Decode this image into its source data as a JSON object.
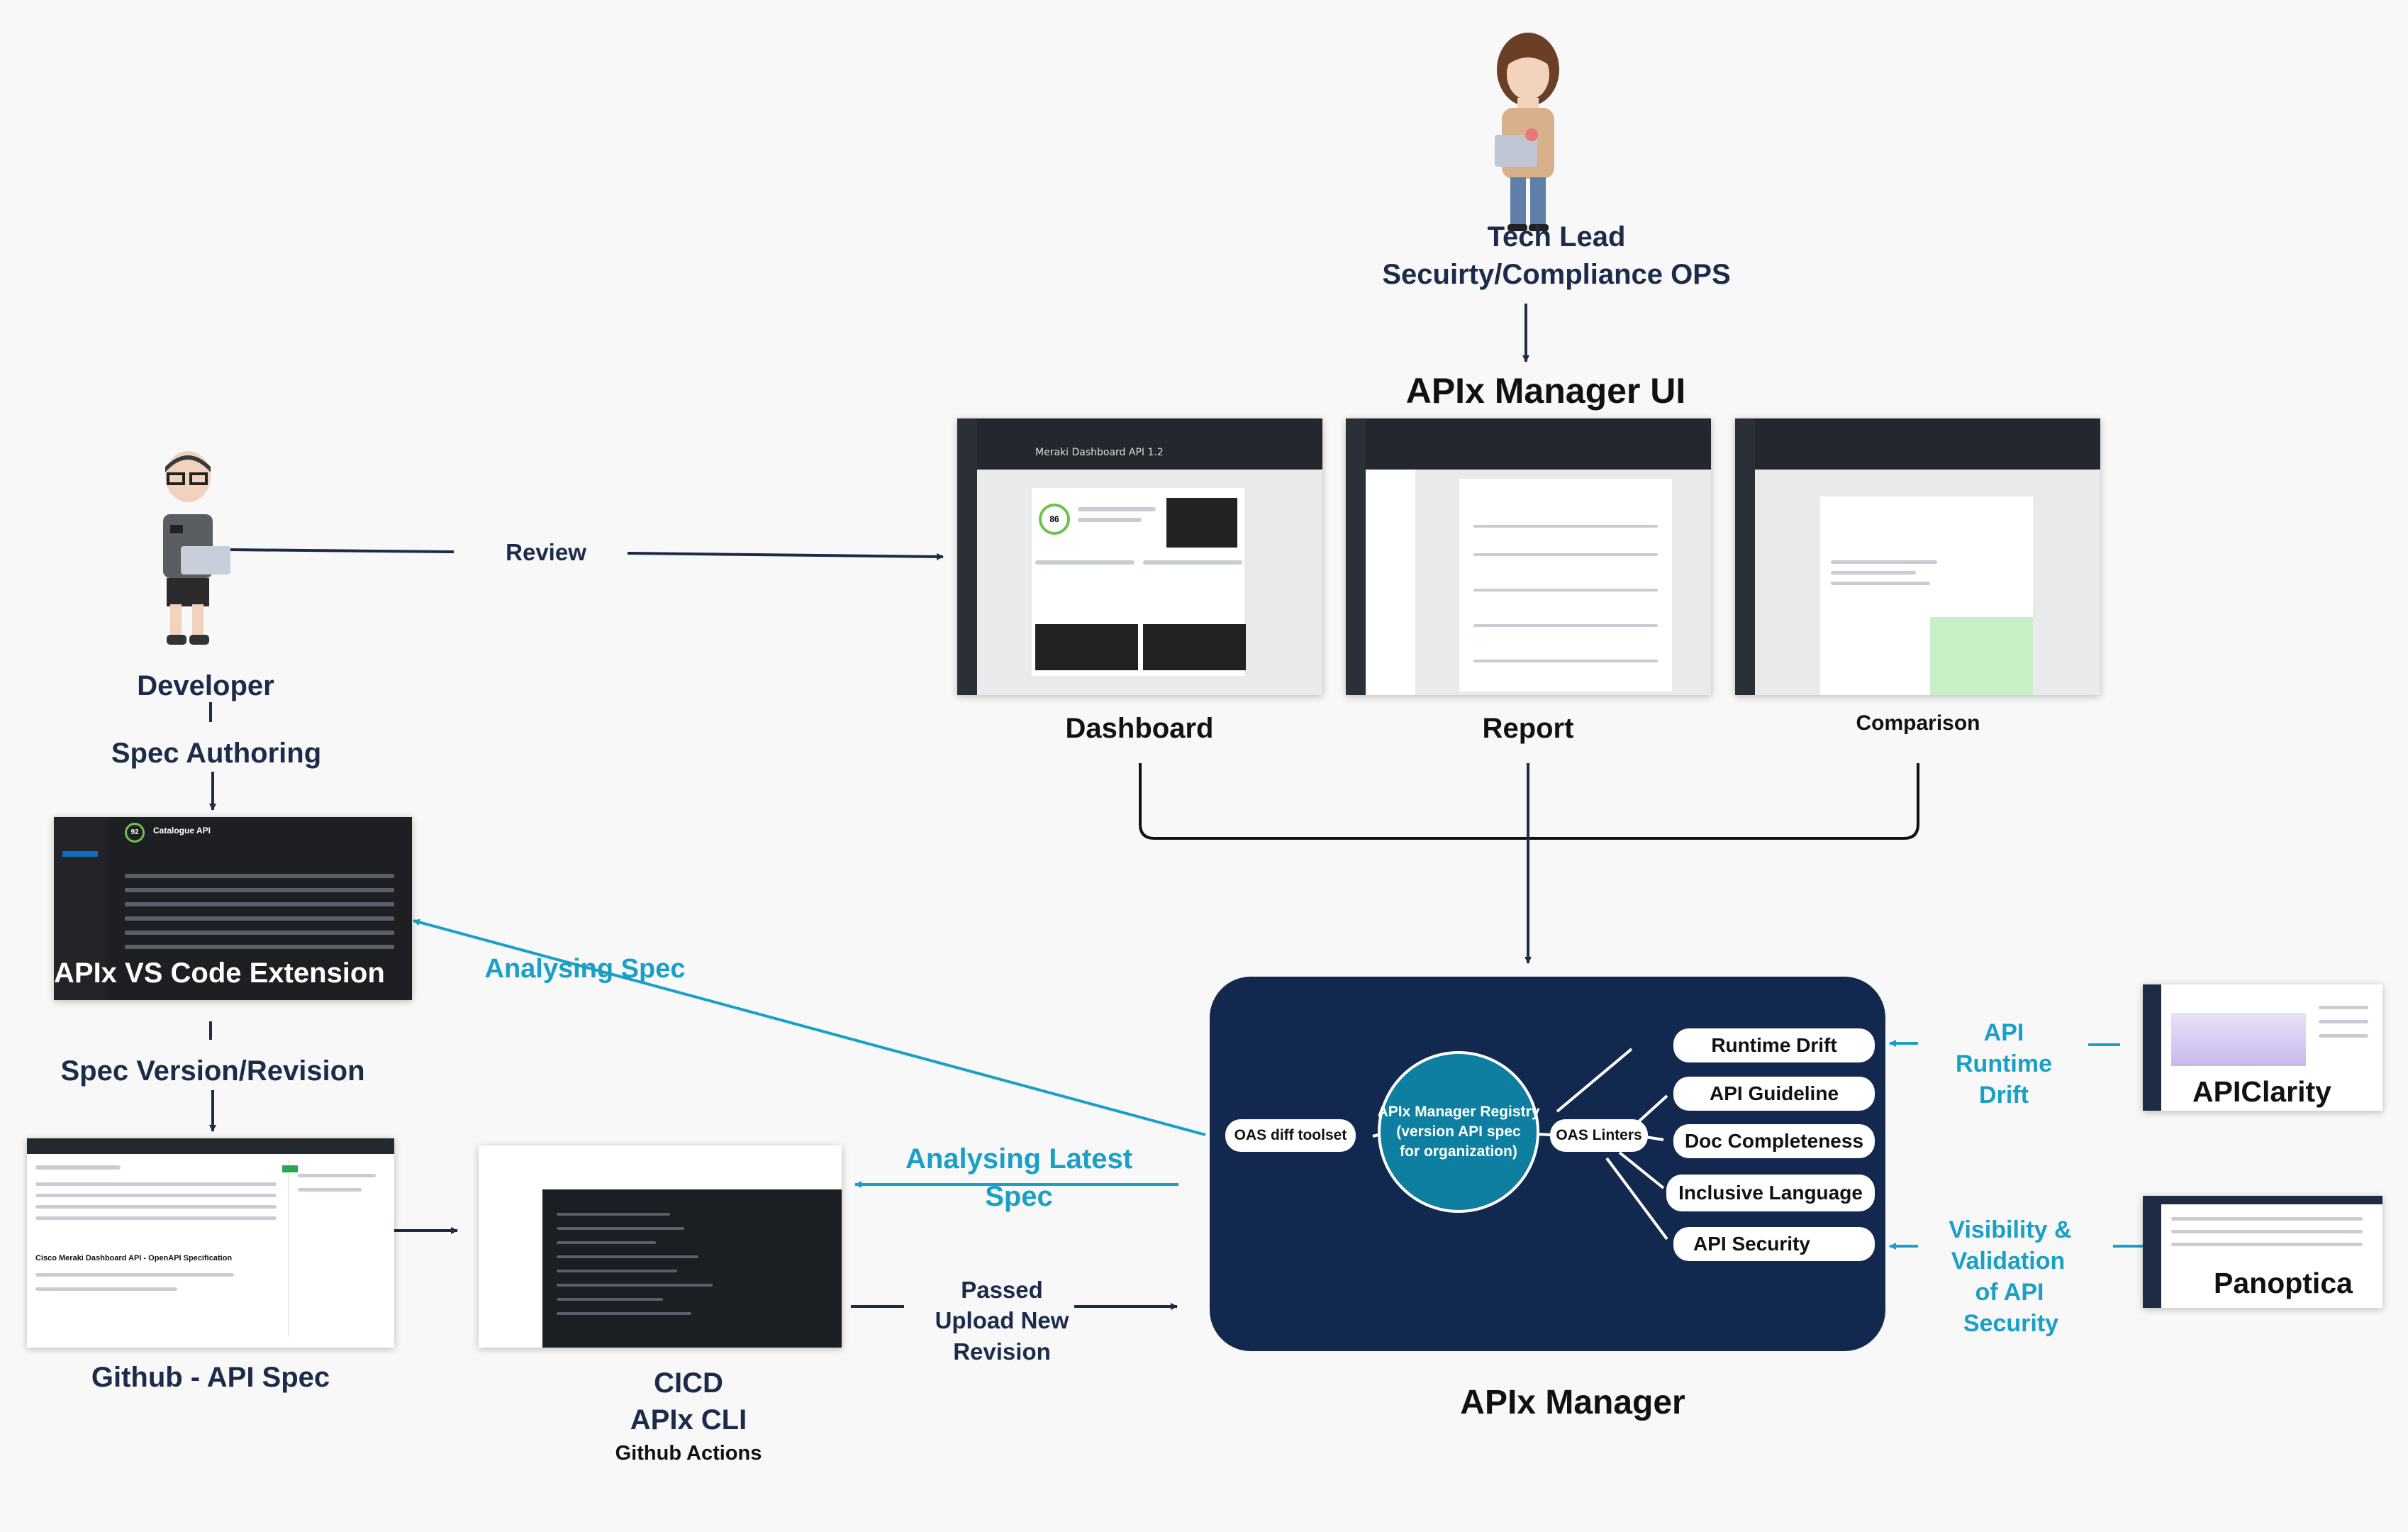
{
  "personas": {
    "tech_lead_line1": "Tech Lead",
    "tech_lead_line2": "Secuirty/Compliance OPS",
    "developer": "Developer"
  },
  "apix_manager_ui": {
    "title": "APIx Manager UI",
    "screens": [
      "Dashboard",
      "Report",
      "Comparison"
    ],
    "dashboard_header": "Meraki Dashboard API 1.2",
    "score": "86"
  },
  "flow_labels": {
    "review": "Review",
    "spec_authoring": "Spec Authoring",
    "spec_version": "Spec Version/Revision",
    "analysing_spec": "Analysing Spec",
    "analysing_latest_line1": "Analysing Latest",
    "analysing_latest_line2": "Spec",
    "passed_line1": "Passed",
    "passed_line2": "Upload New",
    "passed_line3": "Revision",
    "runtime_drift_line1": "API",
    "runtime_drift_line2": "Runtime",
    "runtime_drift_line3": "Drift",
    "visibility_line1": "Visibility &",
    "visibility_line2": "Validation",
    "visibility_line3": "of API",
    "visibility_line4": "Security"
  },
  "tools": {
    "vscode": "APIx VS Code Extension",
    "vscode_catalogue": "Catalogue API",
    "vscode_score": "92",
    "github": "Github - API Spec",
    "github_repo_title": "Cisco Meraki Dashboard API - OpenAPI Specification",
    "cicd_line1": "CICD",
    "cicd_line2": "APIx CLI",
    "cicd_line3": "Github Actions",
    "apiclarity": "APIClarity",
    "panoptica": "Panoptica"
  },
  "apix_manager": {
    "title": "APIx Manager",
    "oas_diff": "OAS diff toolset",
    "registry_line1": "APIx Manager Registry",
    "registry_line2": "(version API spec",
    "registry_line3": "for organization)",
    "oas_linters": "OAS Linters",
    "linters": [
      "Runtime Drift",
      "API Guideline",
      "Doc Completeness",
      "Inclusive Language",
      "API Security"
    ]
  },
  "colors": {
    "navy": "#13284f",
    "teal": "#0e7fa0",
    "accent_blue": "#1a9fc7",
    "text_dark": "#1c2b4a"
  }
}
